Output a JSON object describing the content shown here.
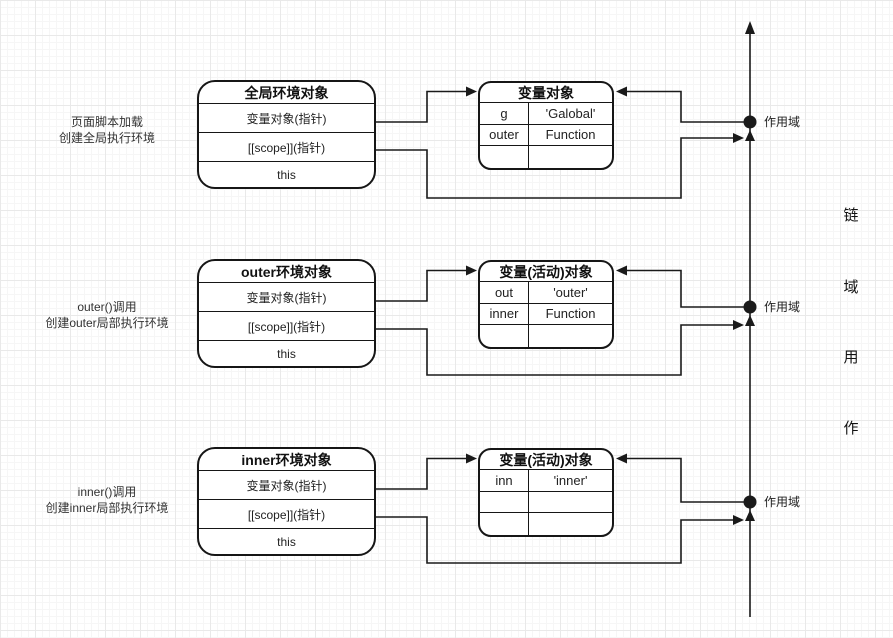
{
  "diagram": {
    "stage_labels": [
      {
        "line1": "页面脚本加载",
        "line2": "创建全局执行环境"
      },
      {
        "line1": "outer()调用",
        "line2": "创建outer局部执行环境"
      },
      {
        "line1": "inner()调用",
        "line2": "创建inner局部执行环境"
      }
    ],
    "env_boxes": [
      {
        "title": "全局环境对象",
        "rows": [
          "变量对象(指针)",
          "[[scope]](指针)",
          "this"
        ]
      },
      {
        "title": "outer环境对象",
        "rows": [
          "变量对象(指针)",
          "[[scope]](指针)",
          "this"
        ]
      },
      {
        "title": "inner环境对象",
        "rows": [
          "变量对象(指针)",
          "[[scope]](指针)",
          "this"
        ]
      }
    ],
    "var_tables": [
      {
        "title": "变量对象",
        "rows": [
          [
            "g",
            "'Galobal'"
          ],
          [
            "outer",
            "Function"
          ],
          [
            "",
            ""
          ]
        ]
      },
      {
        "title": "变量(活动)对象",
        "rows": [
          [
            "out",
            "'outer'"
          ],
          [
            "inner",
            "Function"
          ],
          [
            "",
            ""
          ]
        ]
      },
      {
        "title": "变量(活动)对象",
        "rows": [
          [
            "inn",
            "'inner'"
          ],
          [
            "",
            ""
          ],
          [
            "",
            ""
          ]
        ]
      }
    ],
    "scope_markers": [
      "作用域",
      "作用域",
      "作用域"
    ],
    "axis_chars": [
      "链",
      "域",
      "用",
      "作"
    ],
    "colors": {
      "line": "#1a1a1a",
      "background": "#ffffff",
      "grid_major": "#e9e9e9",
      "grid_minor": "#f6f6f6"
    }
  }
}
